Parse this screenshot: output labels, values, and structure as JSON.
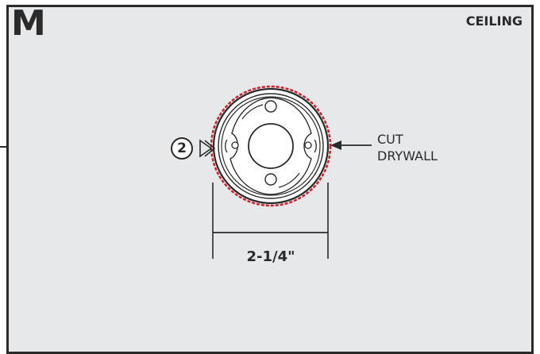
{
  "step": {
    "letter": "M"
  },
  "view": {
    "label": "CEILING"
  },
  "callout": {
    "number": "2"
  },
  "cut_label": {
    "line1": "CUT",
    "line2": "DRYWALL"
  },
  "dimension": {
    "label": "2-1/4\""
  },
  "colors": {
    "panel_background": "#e7e8ea",
    "line": "#2a2a2a",
    "cut_outline": "#d0202a"
  },
  "icons": [
    "ceiling-plate-icon",
    "callout-arrow-icon",
    "pointer-arrow-icon"
  ]
}
